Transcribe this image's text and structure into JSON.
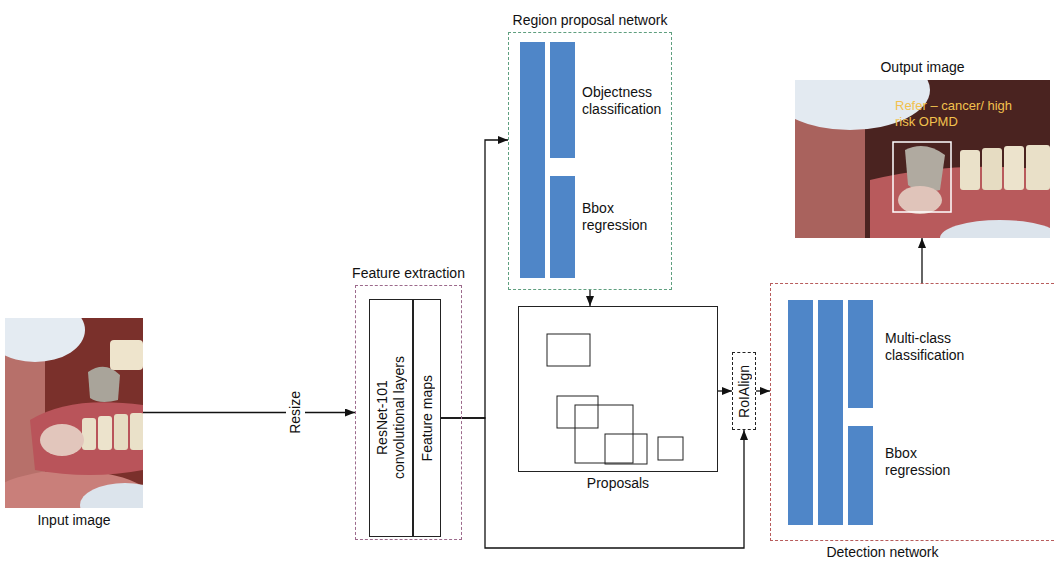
{
  "diagram": {
    "nodes": [
      {
        "text": [
          "Input image"
        ]
      },
      {
        "text": [
          "Feature extraction"
        ]
      },
      {
        "text": [
          "ResNet-101 convolutional layers"
        ],
        "in": 1
      },
      {
        "text": [
          "Feature maps"
        ],
        "in": 1
      },
      {
        "text": [
          "Region proposal network"
        ]
      },
      {
        "text": [
          "Proposals"
        ]
      },
      {
        "text": [
          "RoIAlign"
        ]
      },
      {
        "text": [
          "Detection network"
        ]
      },
      {
        "text": [
          "Output image",
          "Refer – cancer/ high risk OPMD"
        ]
      }
    ],
    "edges": [
      {
        "from": 0,
        "to": 1,
        "arrow": "to",
        "label": "Resize"
      },
      {
        "from": 3,
        "to": 4,
        "arrow": "to"
      },
      {
        "from": 4,
        "to": 5,
        "arrow": "to"
      },
      {
        "from": 5,
        "to": 6,
        "arrow": "to"
      },
      {
        "from": 3,
        "to": 6,
        "arrow": "to"
      },
      {
        "from": 6,
        "to": 7,
        "arrow": "to"
      },
      {
        "from": 7,
        "to": 8,
        "arrow": "to"
      }
    ],
    "labels": [
      "Objectness classification",
      "Bbox regression",
      "Multi-class classification",
      "Bbox regression"
    ]
  }
}
